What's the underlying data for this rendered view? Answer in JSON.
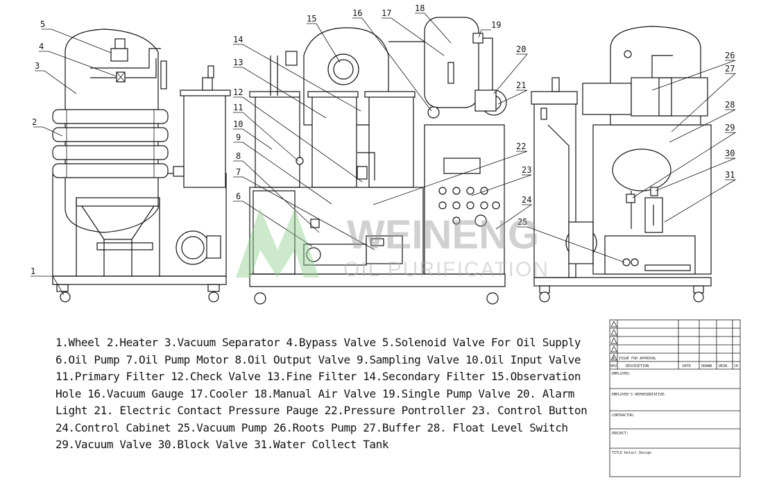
{
  "callouts": [
    "1",
    "2",
    "3",
    "4",
    "5",
    "6",
    "7",
    "8",
    "9",
    "10",
    "11",
    "12",
    "13",
    "14",
    "15",
    "16",
    "17",
    "18",
    "19",
    "20",
    "21",
    "22",
    "23",
    "24",
    "25",
    "26",
    "27",
    "28",
    "29",
    "30",
    "31"
  ],
  "legend": [
    "1.Wheel",
    "2.Heater",
    "3.Vacuum Separator",
    "4.Bypass Valve",
    "5.Solenoid Valve For Oil Supply",
    "6.Oil Pump",
    "7.Oil Pump Motor",
    "8.Oil Output Valve",
    "9.Sampling Valve",
    "10.Oil Input Valve",
    "11.Primary Filter",
    "12.Check Valve",
    "13.Fine Filter",
    "14.Secondary Filter",
    "15.Observation Hole",
    "16.Vacuum Gauge",
    "17.Cooler",
    "18.Manual Air Valve",
    "19.Single Pump Valve",
    "20. Alarm Light",
    "21. Electric Contact Pressure Pauge",
    "22.Pressure Pontroller",
    "23. Control Button",
    "24.Control Cabinet",
    "25.Vacuum Pump",
    "26.Roots Pump",
    "27.Buffer",
    "28. Float Level Switch",
    "29.Vacuum Valve",
    "30.Block Valve",
    "31.Water Collect Tank"
  ],
  "watermark": {
    "brand": "WEINENG",
    "sub": "OIL PURIFICATION"
  },
  "titleblock": {
    "revs": [
      "A",
      "A",
      "A",
      "A",
      "A"
    ],
    "issue": "ISSUE FOR APPROVAL",
    "headers": [
      "REV.",
      "DESCRIPTION",
      "DATE",
      "DRAWN",
      "DESN.",
      "CH"
    ],
    "rows": [
      "EMPLOYER:",
      "EMPLOYER'S REPRESENTATIVE:",
      "CONTRACTOR:",
      "PROJECT:",
      "TITLE Detail Design"
    ]
  },
  "colors": {
    "line": "#111111",
    "watermark": "#8fcf8f"
  }
}
